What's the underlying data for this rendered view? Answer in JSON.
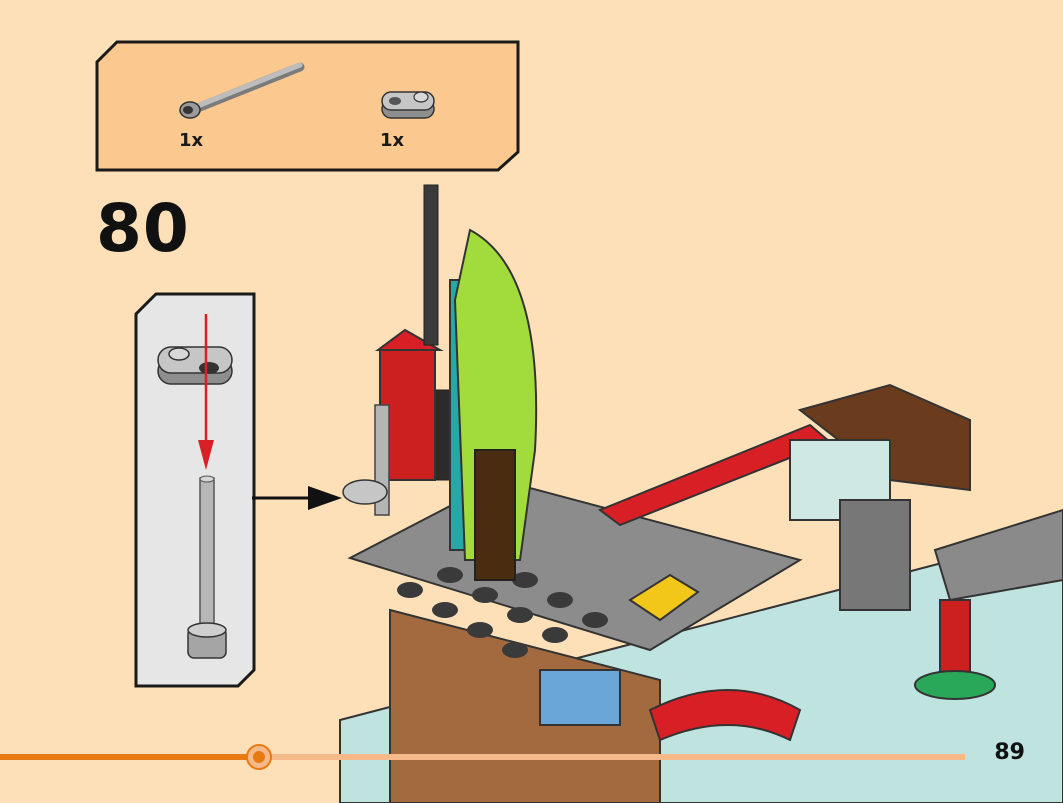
{
  "parts_list": {
    "items": [
      {
        "part": "bar-with-stopper",
        "qty": "1x"
      },
      {
        "part": "plate-1x2-rounded",
        "qty": "1x"
      }
    ]
  },
  "step": {
    "number": "80"
  },
  "progress": {
    "fraction": 0.268
  },
  "footer": {
    "page_number": "89"
  },
  "colors": {
    "background": "#fde0b8",
    "parts_box": "#fbc98f",
    "callout_bg": "#e6e6e6",
    "progress_fill": "#e87a14",
    "progress_track": "#f6b98a",
    "arrow_red": "#d92027"
  }
}
